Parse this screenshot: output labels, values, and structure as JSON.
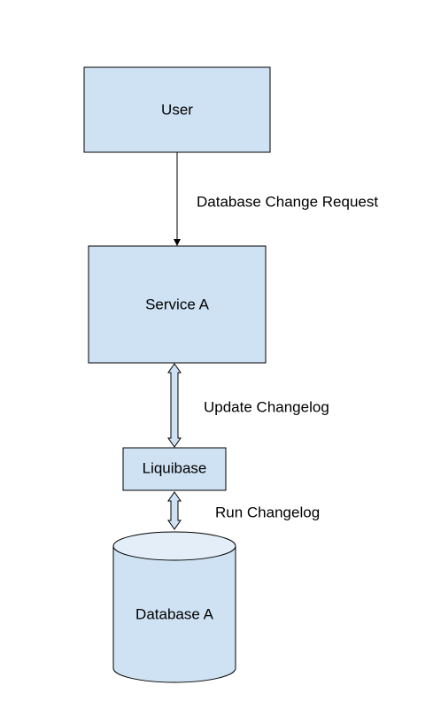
{
  "nodes": {
    "user": {
      "label": "User"
    },
    "service_a": {
      "label": "Service A"
    },
    "liquibase": {
      "label": "Liquibase"
    },
    "database_a": {
      "label": "Database A"
    }
  },
  "edges": {
    "change_request": {
      "label": "Database Change Request",
      "direction": "user-to-service-a"
    },
    "update_changelog": {
      "label": "Update Changelog",
      "direction": "bidirectional"
    },
    "run_changelog": {
      "label": "Run Changelog",
      "direction": "bidirectional"
    }
  },
  "colors": {
    "node_fill": "#cfe2f3",
    "node_stroke": "#000000",
    "cylinder_top_fill": "#e3eef8",
    "arrow": "#000000",
    "text": "#000000"
  }
}
